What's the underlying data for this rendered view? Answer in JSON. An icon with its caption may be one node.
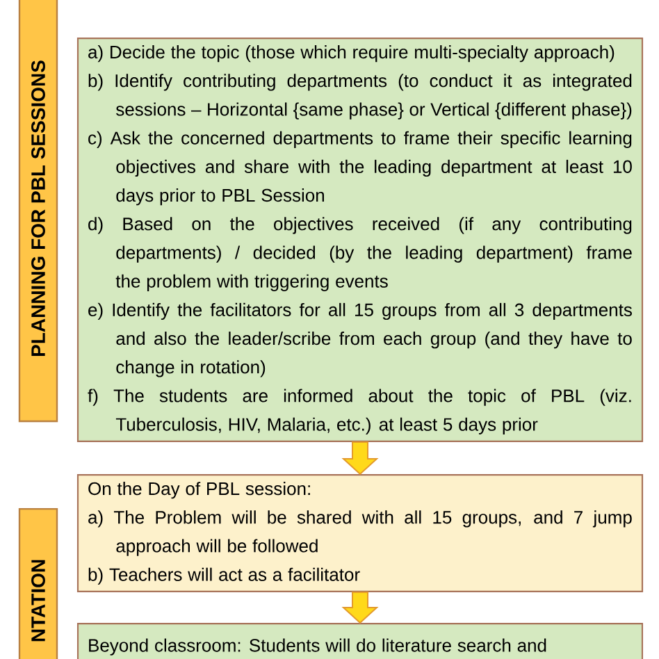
{
  "diagram": {
    "nodes": [
      {
        "text": [
          "PLANNING FOR PBL SESSIONS"
        ]
      },
      {
        "text": [
          "a) Decide the topic (those which require multi-specialty approach)",
          "b) Identify contributing departments (to conduct it as integrated sessions – Horizontal {same phase} or Vertical {different phase})",
          "c) Ask the concerned departments to frame their specific learning objectives and share with the leading department at least 10 days prior to PBL Session",
          "d) Based on the objectives received (if any contributing departments) / decided (by the leading department) frame the problem with triggering events",
          "e) Identify the facilitators for all 15 groups from all 3 departments and also the leader/scribe from each group (and they have to change in rotation)",
          "f) The students are informed about the topic of PBL (viz. Tuberculosis, HIV, Malaria, etc.) at least 5 days prior"
        ]
      },
      {
        "text": [
          "On the Day of PBL session:",
          "a) The Problem will be shared with all 15 groups, and 7 jump approach will be followed",
          "b) Teachers will act as a facilitator"
        ]
      },
      {
        "text": [
          "NTATION"
        ]
      },
      {
        "text": [
          "Beyond classroom: Students will do literature search and"
        ]
      }
    ],
    "edges": [
      {
        "from": 1,
        "to": 2,
        "arrow": "to"
      },
      {
        "from": 2,
        "to": 4,
        "arrow": "to"
      }
    ]
  }
}
